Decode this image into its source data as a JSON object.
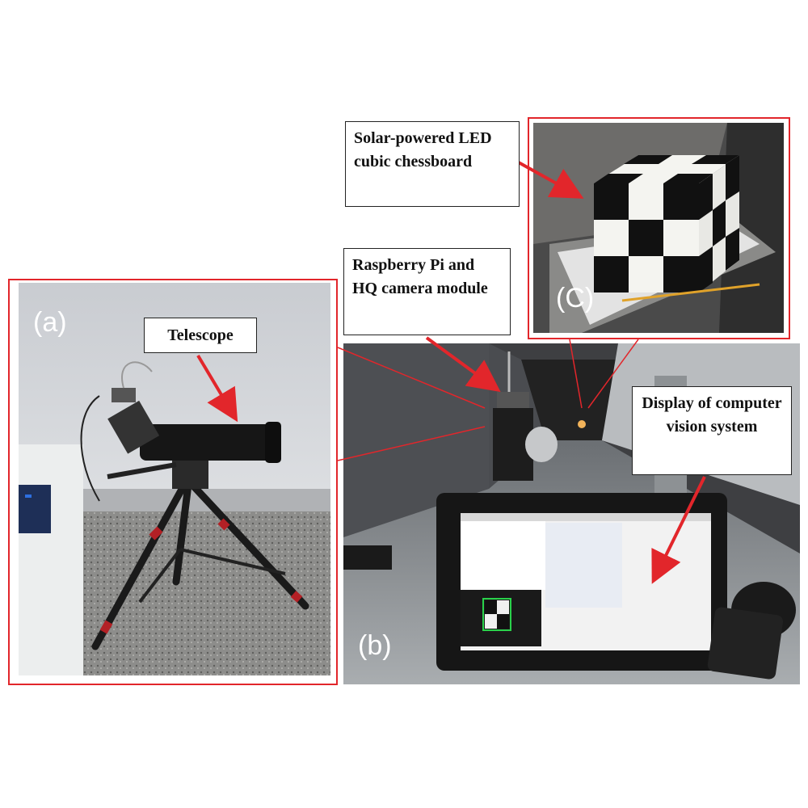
{
  "panels": {
    "a": {
      "label": "(a)"
    },
    "b": {
      "label": "(b)"
    },
    "c": {
      "label": "(C)"
    }
  },
  "callouts": {
    "telescope": "Telescope",
    "raspberry_pi": "Raspberry Pi and HQ camera module",
    "display": "Display of computer vision system",
    "chessboard": "Solar-powered LED cubic chessboard"
  },
  "colors": {
    "frame": "#e2262b",
    "arrow": "#e2262b"
  }
}
